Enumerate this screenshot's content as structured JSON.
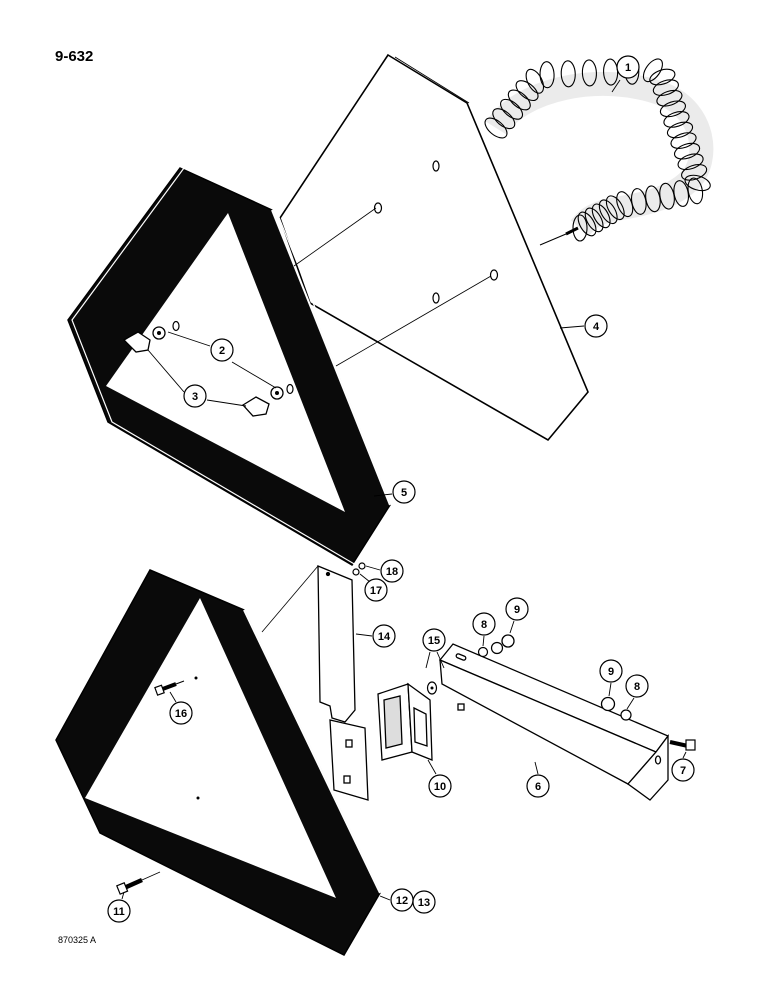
{
  "page": {
    "number": "9-632",
    "figure_code": "870325 A"
  },
  "callouts": [
    {
      "id": "c1",
      "label": "1"
    },
    {
      "id": "c2",
      "label": "2"
    },
    {
      "id": "c3",
      "label": "3"
    },
    {
      "id": "c4",
      "label": "4"
    },
    {
      "id": "c5",
      "label": "5"
    },
    {
      "id": "c6",
      "label": "6"
    },
    {
      "id": "c7",
      "label": "7"
    },
    {
      "id": "c8a",
      "label": "8"
    },
    {
      "id": "c8b",
      "label": "8"
    },
    {
      "id": "c9a",
      "label": "9"
    },
    {
      "id": "c9b",
      "label": "9"
    },
    {
      "id": "c10",
      "label": "10"
    },
    {
      "id": "c11",
      "label": "11"
    },
    {
      "id": "c12",
      "label": "12"
    },
    {
      "id": "c13",
      "label": "13"
    },
    {
      "id": "c14",
      "label": "14"
    },
    {
      "id": "c15",
      "label": "15"
    },
    {
      "id": "c16",
      "label": "16"
    },
    {
      "id": "c17",
      "label": "17"
    },
    {
      "id": "c18",
      "label": "18"
    }
  ],
  "colors": {
    "ink": "#000000",
    "paper": "#ffffff",
    "reflective_band": "#0a0a0a"
  }
}
